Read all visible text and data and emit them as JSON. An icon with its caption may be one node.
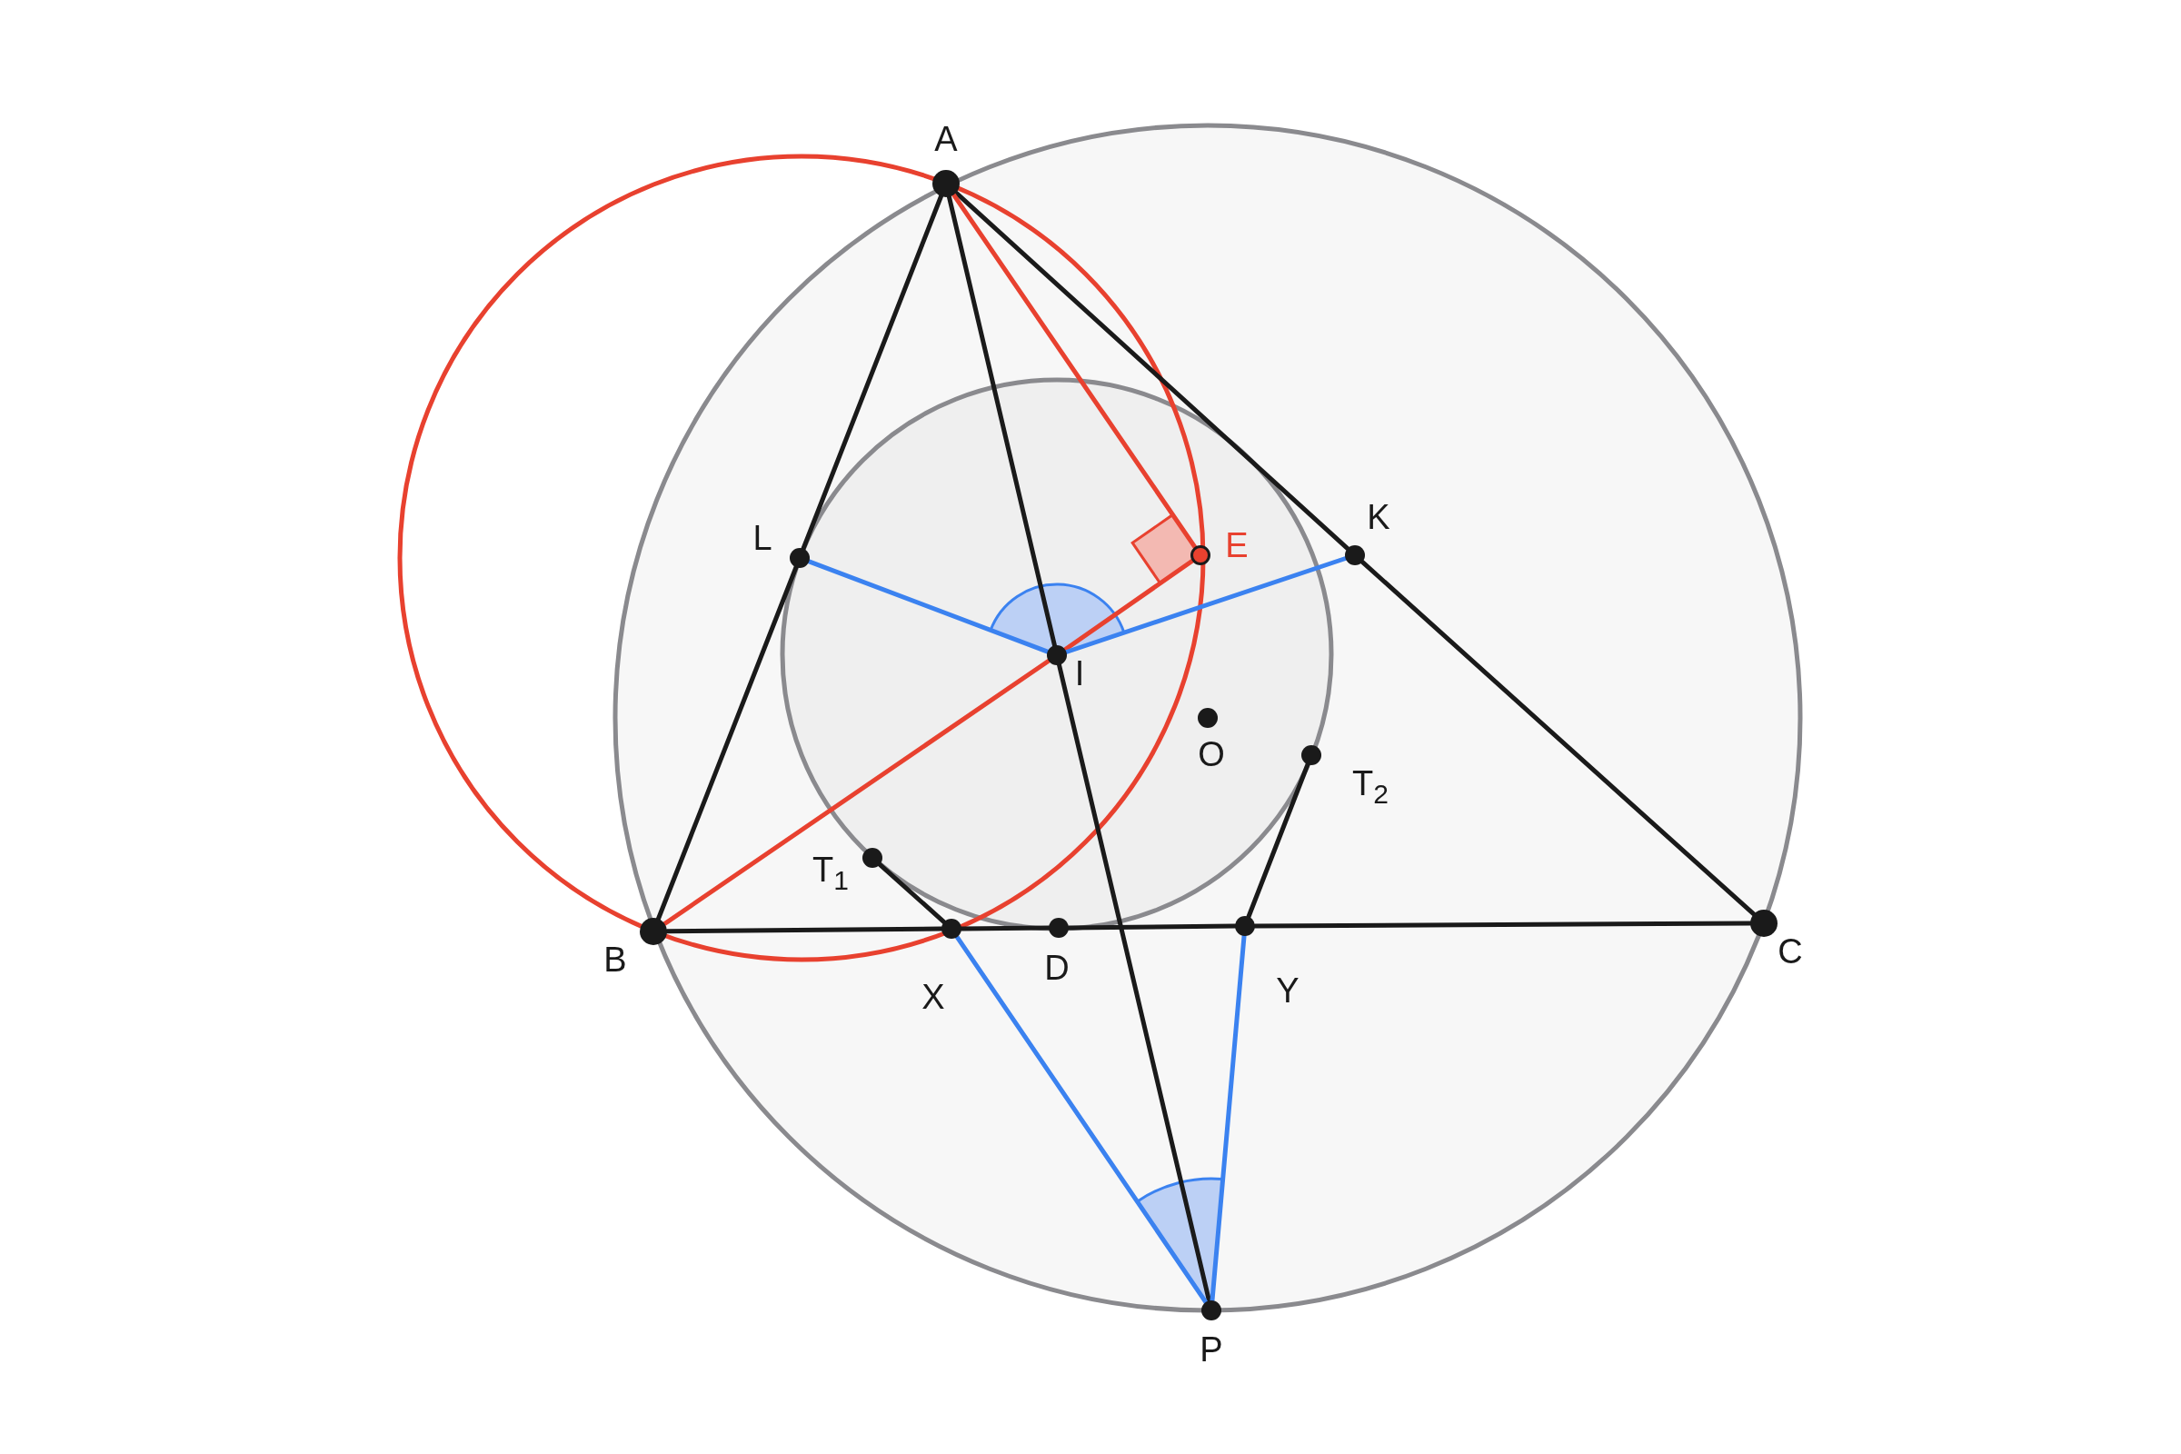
{
  "diagram": {
    "nodes": [
      {
        "text": [
          "A"
        ]
      },
      {
        "text": [
          "L"
        ]
      },
      {
        "text": [
          "E"
        ]
      },
      {
        "text": [
          "K"
        ]
      },
      {
        "text": [
          "I"
        ]
      },
      {
        "text": [
          "O"
        ]
      },
      {
        "text": [
          "T$_{2}$"
        ]
      },
      {
        "text": [
          "T$_{1}$"
        ]
      },
      {
        "text": [
          "B"
        ]
      },
      {
        "text": [
          "X"
        ]
      },
      {
        "text": [
          "D"
        ]
      },
      {
        "text": [
          "Y"
        ]
      },
      {
        "text": [
          "C"
        ]
      },
      {
        "text": [
          "P"
        ]
      }
    ],
    "edges": [
      {
        "from": 0,
        "to": 1,
        "arrow": "none"
      },
      {
        "from": 1,
        "to": 8,
        "arrow": "none"
      },
      {
        "from": 0,
        "to": 3,
        "arrow": "none"
      },
      {
        "from": 3,
        "to": 12,
        "arrow": "none"
      },
      {
        "from": 8,
        "to": 9,
        "arrow": "none"
      },
      {
        "from": 9,
        "to": 10,
        "arrow": "none"
      },
      {
        "from": 10,
        "to": 11,
        "arrow": "none"
      },
      {
        "from": 11,
        "to": 12,
        "arrow": "none"
      },
      {
        "from": 0,
        "to": 4,
        "arrow": "none"
      },
      {
        "from": 4,
        "to": 13,
        "arrow": "none"
      },
      {
        "from": 0,
        "to": 2,
        "arrow": "none",
        "color": "#e8412f"
      },
      {
        "from": 8,
        "to": 4,
        "arrow": "none",
        "color": "#e8412f"
      },
      {
        "from": 4,
        "to": 2,
        "arrow": "none",
        "color": "#e8412f"
      },
      {
        "from": 4,
        "to": 1,
        "arrow": "none",
        "color": "#3b82f0"
      },
      {
        "from": 4,
        "to": 3,
        "arrow": "none",
        "color": "#3b82f0"
      },
      {
        "from": 7,
        "to": 9,
        "arrow": "none"
      },
      {
        "from": 6,
        "to": 11,
        "arrow": "none"
      },
      {
        "from": 9,
        "to": 13,
        "arrow": "none",
        "color": "#3b82f0"
      },
      {
        "from": 11,
        "to": 13,
        "arrow": "none",
        "color": "#3b82f0"
      }
    ]
  }
}
